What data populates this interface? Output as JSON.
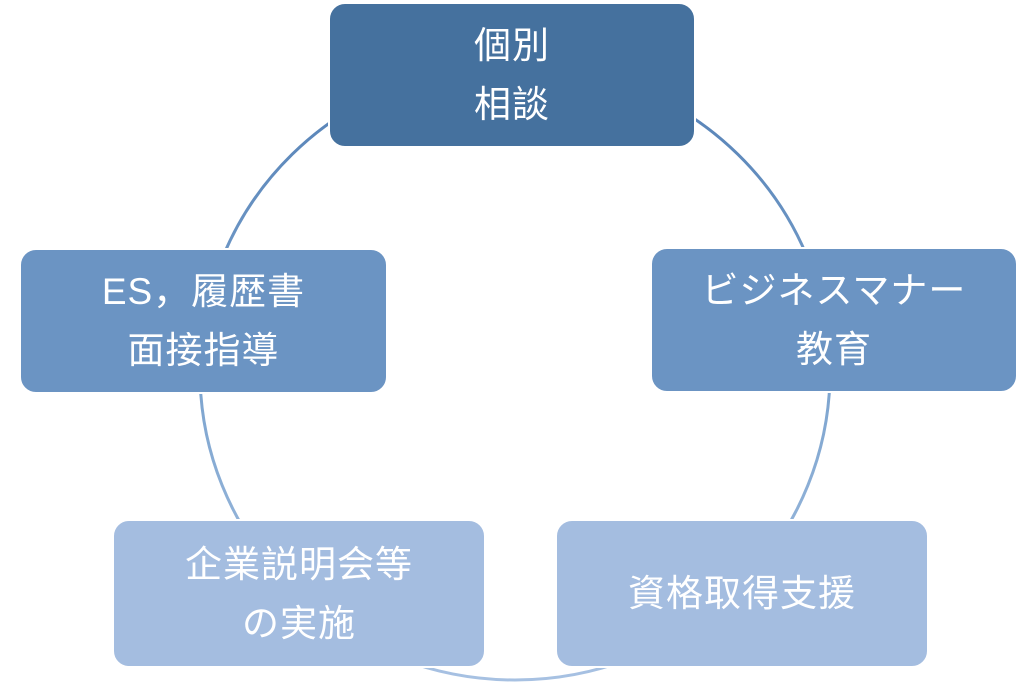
{
  "diagram": {
    "type": "cycle",
    "background_color": "#ffffff",
    "text_color": "#ffffff",
    "border_color": "#ffffff",
    "ring_gradient": {
      "top": "#5480b5",
      "middle": "#7ba3ce",
      "bottom": "#a7c1e2"
    },
    "nodes": [
      {
        "position": "top",
        "color": "#45719e",
        "lines": [
          "個別",
          "相談"
        ]
      },
      {
        "position": "right",
        "color": "#6b94c3",
        "lines": [
          "ビジネスマナー",
          "教育"
        ]
      },
      {
        "position": "bottom-right",
        "color": "#a4bde0",
        "lines": [
          "資格取得支援"
        ]
      },
      {
        "position": "bottom-left",
        "color": "#a4bde0",
        "lines": [
          "企業説明会等",
          "の実施"
        ]
      },
      {
        "position": "left",
        "color": "#6b94c3",
        "lines": [
          "ES，履歴書",
          "面接指導"
        ]
      }
    ]
  }
}
